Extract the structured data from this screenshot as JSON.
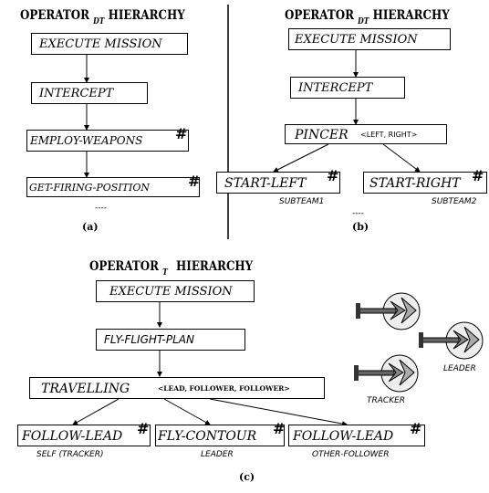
{
  "panel_a": {
    "header": "OPERATOR",
    "header_sub": "DT",
    "header_tail": "HIERARCHY",
    "nodes": [
      "EXECUTE MISSION",
      "INTERCEPT",
      "EMPLOY-WEAPONS",
      "GET-FIRING-POSITION"
    ],
    "hash": "#",
    "ellipsis": "----",
    "caption": "(a)"
  },
  "panel_b": {
    "header": "OPERATOR",
    "header_sub": "DT",
    "header_tail": "HIERARCHY",
    "nodes": [
      "EXECUTE MISSION",
      "INTERCEPT",
      "PINCER",
      "START-LEFT",
      "START-RIGHT"
    ],
    "pincer_args": "<LEFT, RIGHT>",
    "hash": "#",
    "roles": [
      "SUBTEAM1",
      "SUBTEAM2"
    ],
    "ellipsis": "----",
    "caption": "(b)"
  },
  "panel_c": {
    "header": "OPERATOR",
    "header_sub": "T",
    "header_tail": "HIERARCHY",
    "nodes": [
      "EXECUTE MISSION",
      "FLY-FLIGHT-PLAN",
      "TRAVELLING",
      "FOLLOW-LEAD",
      "FLY-CONTOUR",
      "FOLLOW-LEAD"
    ],
    "travelling_args": "<LEAD, FOLLOWER, FOLLOWER>",
    "hash": "#",
    "roles": [
      "SELF (TRACKER)",
      "LEADER",
      "OTHER-FOLLOWER"
    ],
    "aircraft_labels": [
      "LEADER",
      "TRACKER"
    ],
    "caption": "(c)"
  },
  "icons": [
    "aircraft-icon",
    "aircraft-icon",
    "aircraft-icon"
  ]
}
